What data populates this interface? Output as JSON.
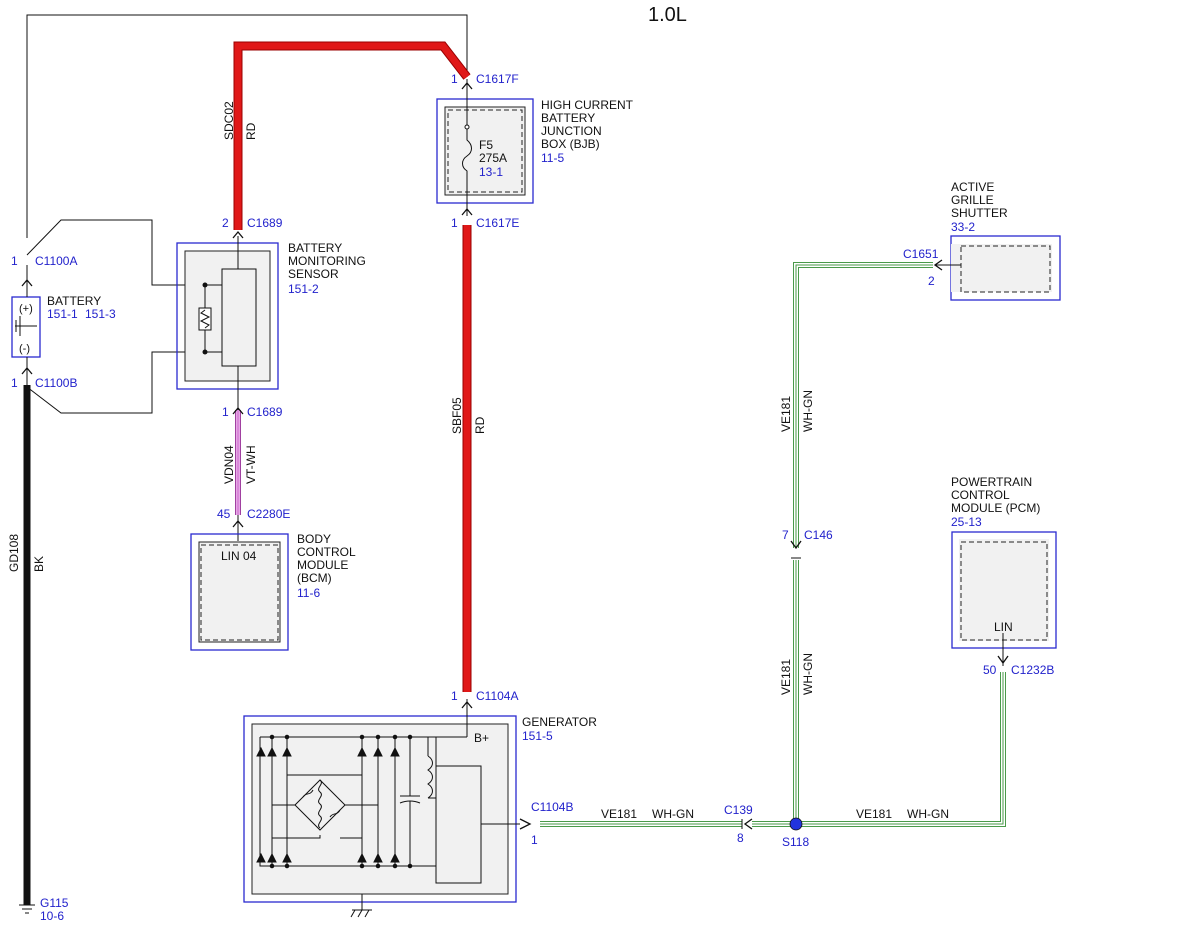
{
  "title": "1.0L",
  "battery": {
    "name": "BATTERY",
    "ref1": "151-1",
    "ref2": "151-3",
    "plus": "(+)",
    "minus": "(-)"
  },
  "connectors": {
    "c1100a": {
      "name": "C1100A",
      "pin": "1"
    },
    "c1100b": {
      "name": "C1100B",
      "pin": "1"
    },
    "c1689_top": {
      "name": "C1689",
      "pin": "2"
    },
    "c1689_bot": {
      "name": "C1689",
      "pin": "1"
    },
    "c2280e": {
      "name": "C2280E",
      "pin": "45"
    },
    "c1617f": {
      "name": "C1617F",
      "pin": "1"
    },
    "c1617e": {
      "name": "C1617E",
      "pin": "1"
    },
    "c1104a": {
      "name": "C1104A",
      "pin": "1"
    },
    "c1104b": {
      "name": "C1104B",
      "pin": "1"
    },
    "c139": {
      "name": "C139",
      "pin": "8"
    },
    "c146": {
      "name": "C146",
      "pin": "7"
    },
    "c1651": {
      "name": "C1651",
      "pin": "2"
    },
    "c1232b": {
      "name": "C1232B",
      "pin": "50"
    }
  },
  "components": {
    "bms": {
      "line1": "BATTERY",
      "line2": "MONITORING",
      "line3": "SENSOR",
      "ref": "151-2"
    },
    "bcm": {
      "line1": "BODY",
      "line2": "CONTROL",
      "line3": "MODULE",
      "line4": "(BCM)",
      "ref": "11-6",
      "pin_label": "LIN 04"
    },
    "bjb": {
      "line1": "HIGH CURRENT",
      "line2": "BATTERY",
      "line3": "JUNCTION",
      "line4": "BOX (BJB)",
      "ref": "11-5",
      "fuse": "F5",
      "rating": "275A",
      "fuse_ref": "13-1"
    },
    "ags": {
      "line1": "ACTIVE",
      "line2": "GRILLE",
      "line3": "SHUTTER",
      "ref": "33-2"
    },
    "pcm": {
      "line1": "POWERTRAIN",
      "line2": "CONTROL",
      "line3": "MODULE (PCM)",
      "ref": "25-13",
      "pin_label": "LIN"
    },
    "generator": {
      "name": "GENERATOR",
      "ref": "151-5",
      "terminal": "B+"
    }
  },
  "wires": {
    "sdc02": {
      "circuit": "SDC02",
      "color": "RD"
    },
    "vdn04": {
      "circuit": "VDN04",
      "color": "VT-WH"
    },
    "sbf05": {
      "circuit": "SBF05",
      "color": "RD"
    },
    "gd108": {
      "circuit": "GD108",
      "color": "BK"
    },
    "ve181_a": {
      "circuit": "VE181",
      "color": "WH-GN"
    },
    "ve181_b": {
      "circuit": "VE181",
      "color": "WH-GN"
    },
    "ve181_c": {
      "circuit": "VE181",
      "color": "WH-GN"
    },
    "ve181_d": {
      "circuit": "VE181",
      "color": "WH-GN"
    }
  },
  "splice": {
    "name": "S118"
  },
  "ground": {
    "name": "G115",
    "ref": "10-6"
  },
  "colors": {
    "rd": "#e01818",
    "bk": "#111111",
    "vt_wh": "#cc66cc",
    "wh_gn": "#4a9a4a",
    "ref_blue": "#2222cc"
  }
}
